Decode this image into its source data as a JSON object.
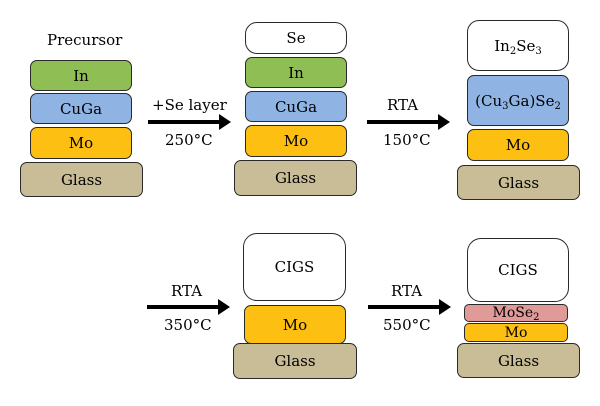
{
  "stack1": {
    "title": "Precursor",
    "in": "In",
    "cuga": "CuGa",
    "mo": "Mo",
    "glass": "Glass"
  },
  "step1": {
    "label": "+Se layer",
    "temp": "250°C"
  },
  "stack2": {
    "se": "Se",
    "in": "In",
    "cuga": "CuGa",
    "mo": "Mo",
    "glass": "Glass"
  },
  "step2": {
    "label": "RTA",
    "temp": "150°C"
  },
  "stack3": {
    "in2se3": {
      "a": "In",
      "b": "2",
      "c": "Se",
      "d": "3"
    },
    "cu3gase2": {
      "a": "(Cu",
      "b": "3",
      "c": "Ga)Se",
      "d": "2"
    },
    "mo": "Mo",
    "glass": "Glass"
  },
  "step3": {
    "label": "RTA",
    "temp": "350°C"
  },
  "stack4": {
    "cigs": "CIGS",
    "mo": "Mo",
    "glass": "Glass"
  },
  "step4": {
    "label": "RTA",
    "temp": "550°C"
  },
  "stack5": {
    "cigs": "CIGS",
    "mose2": {
      "a": "MoSe",
      "b": "2"
    },
    "mo": "Mo",
    "glass": "Glass"
  },
  "colors": {
    "in": "#8fbe55",
    "cuga": "#8fb3e3",
    "mo": "#fcbf12",
    "glass": "#c9bd97",
    "mose2": "#e09a98"
  }
}
